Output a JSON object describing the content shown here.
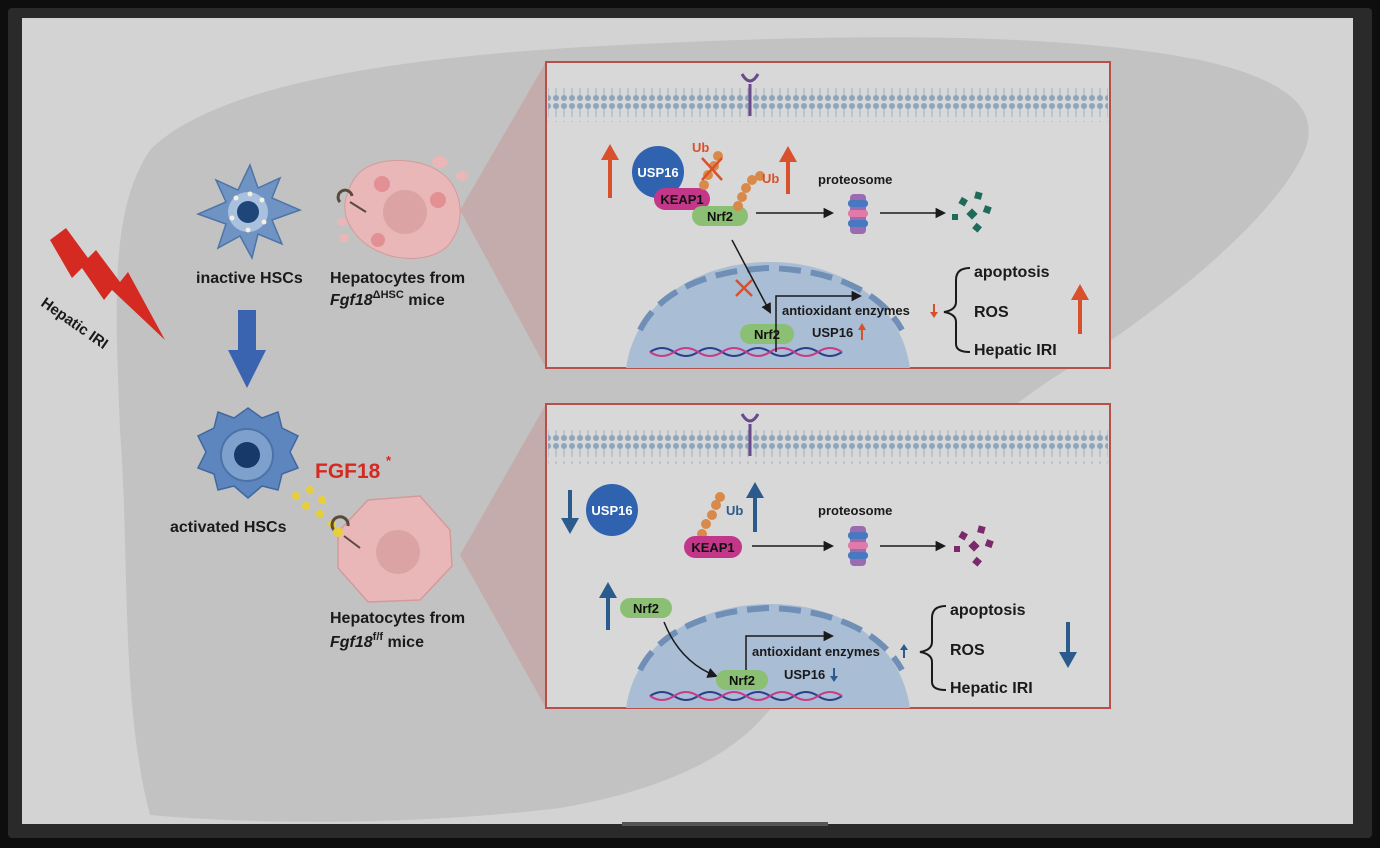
{
  "left": {
    "trigger": "Hepatic IRI",
    "inactive_hsc": "inactive HSCs",
    "activated_hsc": "activated HSCs",
    "fgf18": "FGF18",
    "fgf18_mark": "*",
    "hep_top_line1": "Hepatocytes from",
    "hep_top_gene": "Fgf18",
    "hep_top_sup": "ΔHSC",
    "hep_top_tail": " mice",
    "hep_bot_line1": "Hepatocytes from",
    "hep_bot_gene": "Fgf18",
    "hep_bot_sup": "f/f",
    "hep_bot_tail": " mice"
  },
  "panel_top": {
    "usp16": "USP16",
    "keap1": "KEAP1",
    "nrf2": "Nrf2",
    "ub1": "Ub",
    "ub2": "Ub",
    "proteosome": "proteosome",
    "antioxidant": "antioxidant enzymes",
    "usp16_small": "USP16",
    "nucleus_nrf2": "Nrf2",
    "outcome1": "apoptosis",
    "outcome2": "ROS",
    "outcome3": "Hepatic IRI",
    "up_color": "#d9512c",
    "fragment_color": "#1f6b5a"
  },
  "panel_bottom": {
    "usp16": "USP16",
    "keap1": "KEAP1",
    "nrf2": "Nrf2",
    "ub": "Ub",
    "proteosome": "proteosome",
    "antioxidant": "antioxidant enzymes",
    "usp16_small": "USP16",
    "nucleus_nrf2": "Nrf2",
    "outcome1": "apoptosis",
    "outcome2": "ROS",
    "outcome3": "Hepatic IRI",
    "down_color": "#2b5a8c",
    "fragment_color": "#7a2a6a"
  }
}
